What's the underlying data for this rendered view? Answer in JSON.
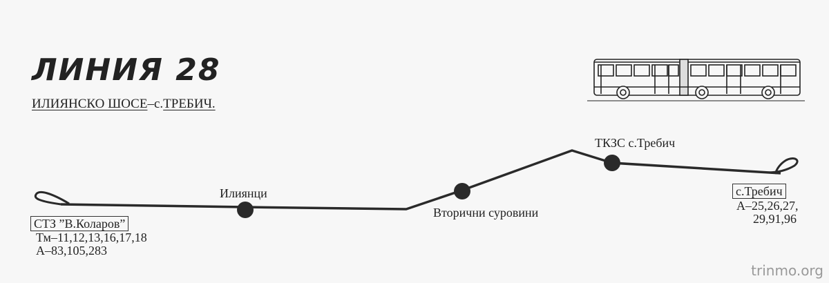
{
  "title": "ЛИНИЯ 28",
  "subtitle": {
    "from": "ИЛИЯНСКО ШОСЕ",
    "separator": "–с.",
    "to": "ТРЕБИЧ."
  },
  "stops": [
    {
      "label": "СТЗ ”В.Коларов”",
      "connections": [
        "Тм–11,12,13,16,17,18",
        "А–83,105,283"
      ]
    },
    {
      "label": "Илиянци"
    },
    {
      "label": "Вторични суровини"
    },
    {
      "label": "ТКЗС с.Требич"
    },
    {
      "label": "с.Требич",
      "connections": [
        "А–25,26,27,",
        "29,91,96"
      ]
    }
  ],
  "bus_icon": "articulated-bus-icon",
  "watermark": "trinmo.org"
}
